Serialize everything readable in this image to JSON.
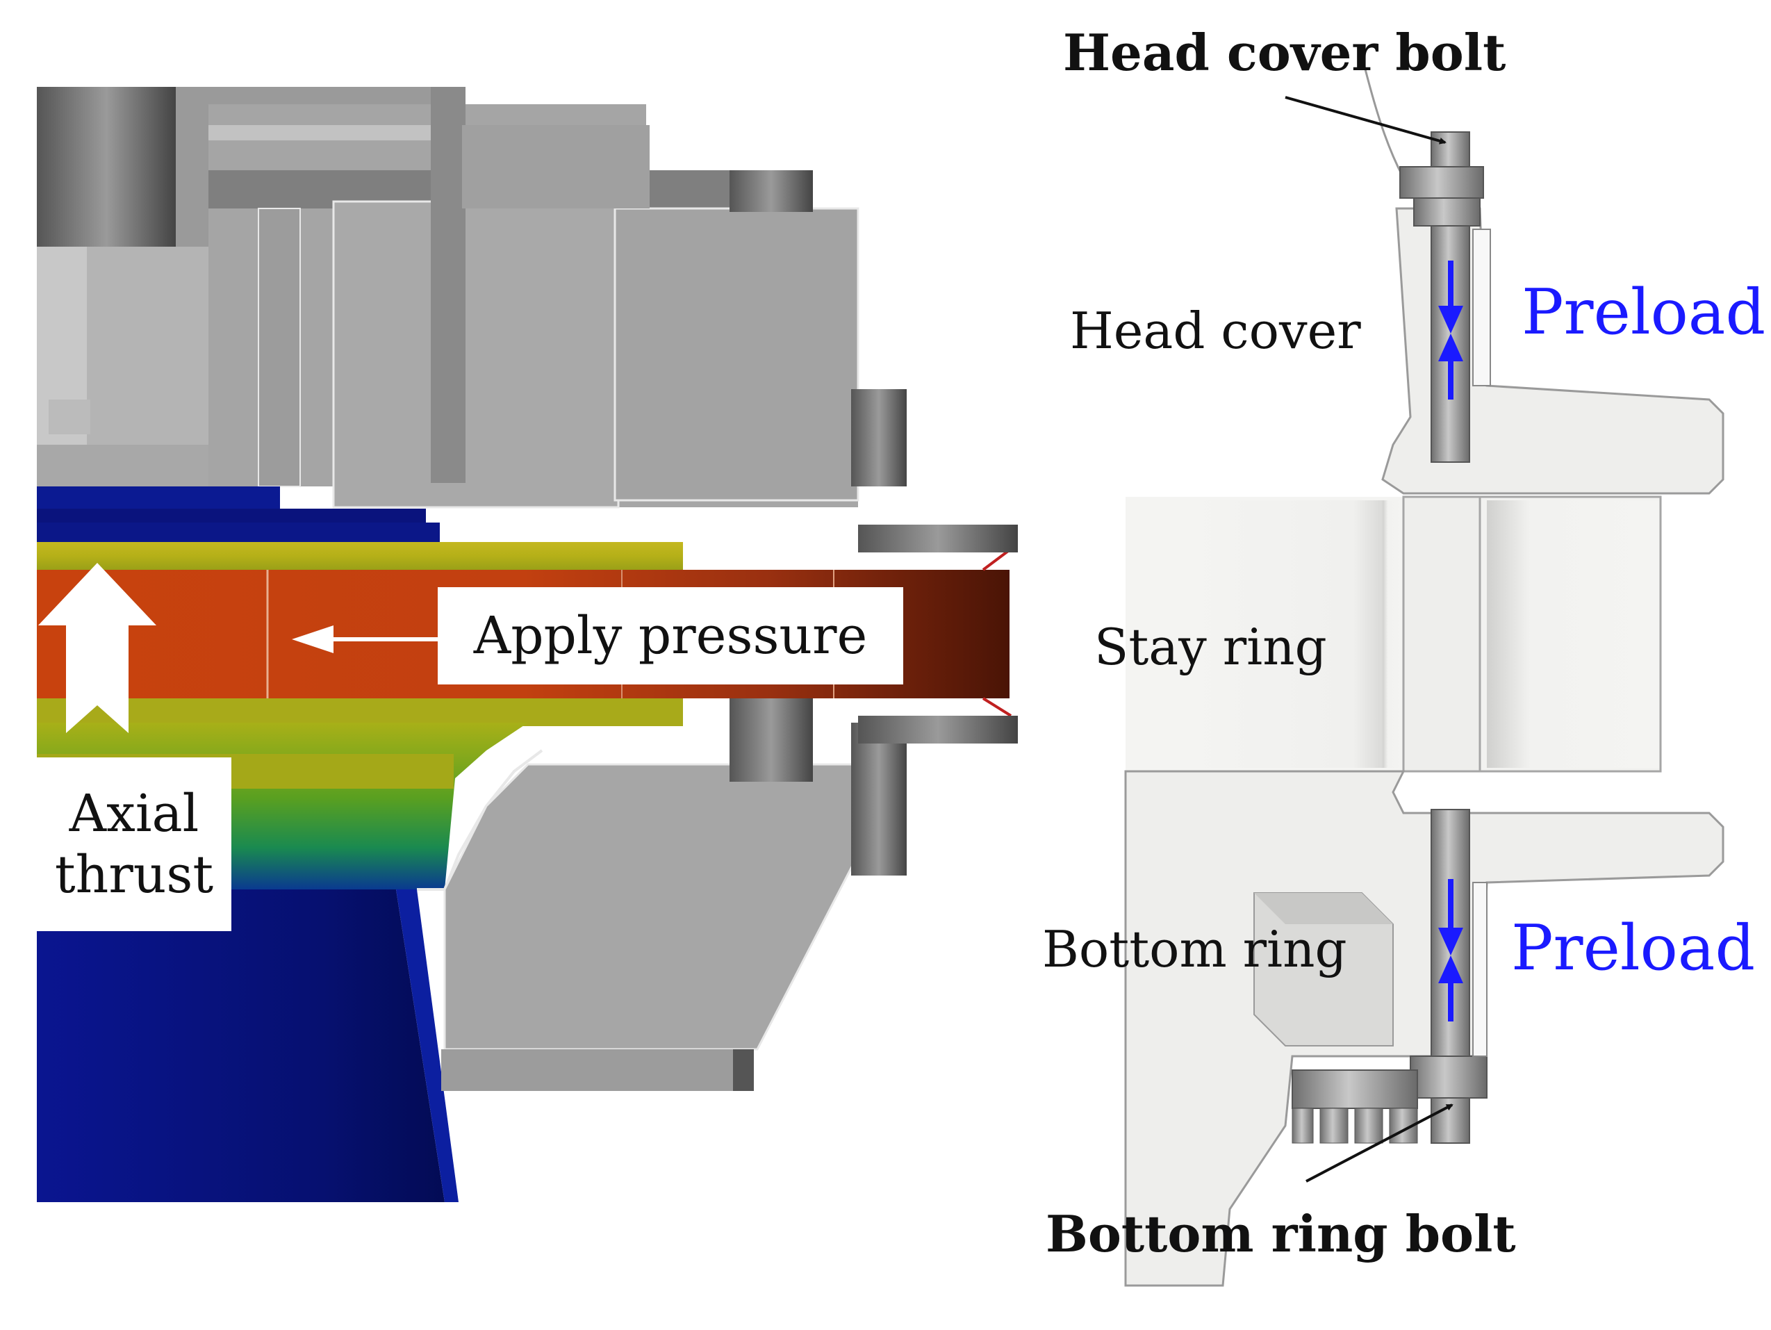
{
  "left_panel": {
    "apply_pressure_label": "Apply pressure",
    "axial_thrust_label_line1": "Axial",
    "axial_thrust_label_line2": "thrust"
  },
  "right_panel": {
    "head_cover_bolt_label": "Head cover bolt",
    "head_cover_label": "Head cover",
    "preload_top_label": "Preload",
    "stay_ring_label": "Stay ring",
    "bottom_ring_label": "Bottom ring",
    "preload_bottom_label": "Preload",
    "bottom_ring_bolt_label": "Bottom ring bolt"
  },
  "colors": {
    "preload_blue": "#1a1aff",
    "text_black": "#111111",
    "steel_gray": "#a9a9a9",
    "light_part": "#eeeeec",
    "deep_blue": "#08108a",
    "hot_orange": "#c64010",
    "dark_red": "#5a1a08",
    "yellow_green": "#b8b820"
  }
}
